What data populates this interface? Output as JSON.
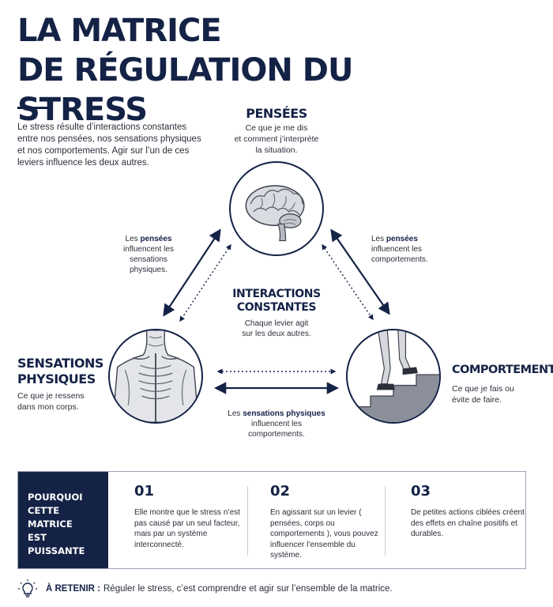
{
  "title": {
    "line1": "LA MATRICE",
    "line2": "DE RÉGULATION DU STRESS"
  },
  "intro": "Le stress résulte d’interactions constantes entre nos pensées, nos sensations physiques et nos comportements. Agir sur l’un de ces leviers influence les deux autres.",
  "nodes": {
    "pensees": {
      "title": "PENSÉES",
      "desc_line1": "Ce que je me dis",
      "desc_line2": "et comment j’interprète",
      "desc_line3": "la situation.",
      "icon": "brain-icon"
    },
    "sensations": {
      "title_line1": "SENSATIONS",
      "title_line2": "PHYSIQUES",
      "desc_line1": "Ce que je ressens",
      "desc_line2": "dans mon corps.",
      "icon": "body-icon"
    },
    "comportements": {
      "title": "COMPORTEMENTS",
      "desc_line1": "Ce que je fais ou",
      "desc_line2": "évite de faire.",
      "icon": "stairs-legs-icon"
    }
  },
  "edges": {
    "left": {
      "pre": "Les ",
      "bold": "pensées",
      "line2": "influencent les",
      "line3": "sensations",
      "line4": "physiques."
    },
    "right": {
      "pre": "Les ",
      "bold": "pensées",
      "line2": "influencent les",
      "line3": "comportements."
    },
    "bottom": {
      "pre": "Les ",
      "bold": "sensations physiques",
      "line2": "influencent les",
      "line3": "comportements."
    }
  },
  "center": {
    "title_line1": "INTERACTIONS",
    "title_line2": "CONSTANTES",
    "desc_line1": "Chaque levier agit",
    "desc_line2": "sur les deux autres."
  },
  "panel": {
    "head_line1": "POURQUOI",
    "head_line2": "CETTE MATRICE",
    "head_line3": "EST PUISSANTE",
    "items": [
      {
        "num": "01",
        "text": "Elle montre que le stress n’est pas causé par un seul facteur, mais par un système interconnecté."
      },
      {
        "num": "02",
        "text": "En agissant sur un levier ( pensées, corps ou comportements ), vous pouvez influencer l’ensemble du système."
      },
      {
        "num": "03",
        "text": "De petites actions ciblées créent des effets en chaîne positifs et durables."
      }
    ]
  },
  "retain": {
    "label": "À RETENIR :",
    "text": "Réguler le stress, c’est comprendre et agir sur l’ensemble de la matrice.",
    "icon": "lightbulb-icon"
  },
  "colors": {
    "navy": "#142246",
    "text": "#2a2f3a",
    "border": "#9aa3b5"
  }
}
